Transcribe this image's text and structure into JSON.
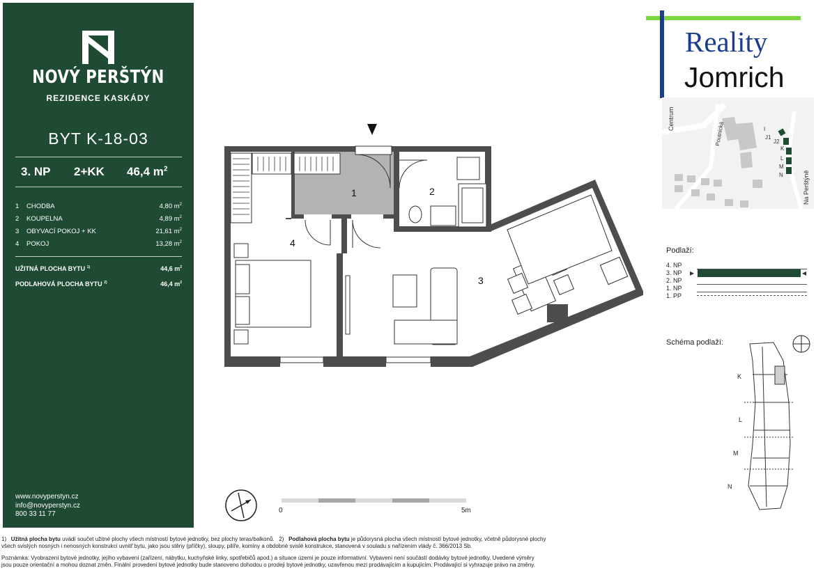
{
  "brand": {
    "name": "NOVÝ PERŠTÝN",
    "subtitle": "REZIDENCE KASKÁDY"
  },
  "unit": {
    "title": "BYT K-18-03",
    "floor": "3. NP",
    "layout": "2+KK",
    "area": "46,4 m",
    "area_sup": "2"
  },
  "rooms": [
    {
      "num": "1",
      "name": "CHODBA",
      "area": "4,80 m",
      "sup": "2"
    },
    {
      "num": "2",
      "name": "KOUPELNA",
      "area": "4,89 m",
      "sup": "2"
    },
    {
      "num": "3",
      "name": "OBYVACÍ POKOJ + KK",
      "area": "21,61 m",
      "sup": "2"
    },
    {
      "num": "4",
      "name": "POKOJ",
      "area": "13,28 m",
      "sup": "2"
    }
  ],
  "totals": [
    {
      "name": "UŽITNÁ PLOCHA BYTU",
      "sup": "1)",
      "area": "44,6 m",
      "area_sup": "2"
    },
    {
      "name": "PODLAHOVÁ PLOCHA BYTU",
      "sup": "2)",
      "area": "46,4 m",
      "area_sup": "2"
    }
  ],
  "contact": {
    "web": "www.novyperstyn.cz",
    "email": "info@novyperstyn.cz",
    "phone": "800 33 11 77"
  },
  "plan_labels": {
    "room1": "1",
    "room2": "2",
    "room3": "3",
    "room4": "4"
  },
  "scale": {
    "start": "0",
    "end": "5m"
  },
  "agency": {
    "line1": "Reality",
    "line2": "Jomrich"
  },
  "sitemap": {
    "centrum": "Centrum",
    "street1": "Poutnická",
    "street2": "Na Perštýně",
    "buildings": [
      "I",
      "J1",
      "J2",
      "K",
      "L",
      "M",
      "N"
    ]
  },
  "floors": {
    "title": "Podlaží:",
    "levels": [
      "4. NP",
      "3. NP",
      "2. NP",
      "1. NP",
      "1. PP"
    ],
    "active": "3. NP"
  },
  "schema": {
    "title": "Schéma podlaží:",
    "sections": [
      "K",
      "L",
      "M",
      "N"
    ]
  },
  "footnotes": {
    "fn1_num": "1)",
    "fn1_term": "Užitná plocha bytu",
    "fn1_text": " uvádí součet užitné plochy všech místností bytové jednotky, bez plochy teras/balkonů.",
    "fn2_num": "2)",
    "fn2_term": "Podlahová plocha bytu",
    "fn2_text": " je půdorysná plocha všech místností bytové jednotky, včetně půdorysné plochy",
    "line2": "všech svislých nosných i nenosných konstrukcí uvnitř bytu, jako jsou stěny (příčky), sloupy, pilíře, komíny a obdobné svislé konstrukce, stanovená v souladu s nařízením vlády č. 366/2013 Sb.",
    "note1": "Poznámka: Vyobrazení bytové jednotky, jejího vybavení (zařízení, nábytku, kuchyňské linky, spotřebičů apod.) a situace území je pouze informativní. Vybavení není součástí dodávky bytové jednotky. Uvedené výměry",
    "note2": "jsou pouze orientační a mohou doznat změn. Finální provedení bytové jednotky bude stanoveno dohodou o prodeji bytové jednotky, uzavřenou mezi prodávajícím a kupujícím. Prodávající si vyhrazuje právo na změny."
  },
  "colors": {
    "panel_green": "#1f4a33",
    "wall": "#4d4d4d",
    "corridor": "#b3b3b3",
    "agency_blue": "#1c3c8c",
    "agency_green_line": "#7bd73c"
  }
}
